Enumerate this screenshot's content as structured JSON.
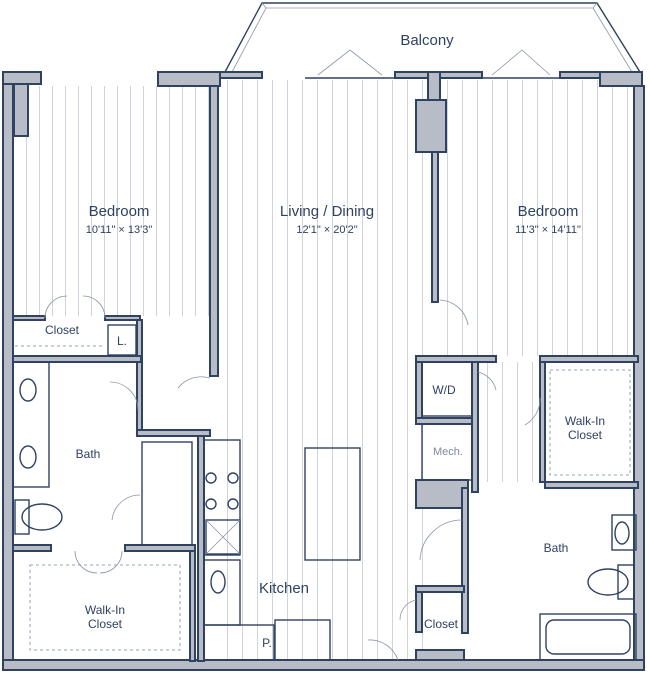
{
  "balcony": {
    "label": "Balcony"
  },
  "bedroom_left": {
    "label": "Bedroom",
    "dims": "10'11\" × 13'3\""
  },
  "living": {
    "label": "Living / Dining",
    "dims": "12'1\" × 20'2\""
  },
  "bedroom_right": {
    "label": "Bedroom",
    "dims": "11'3\" × 14'11\""
  },
  "closet_left": {
    "label": "Closet"
  },
  "linen": {
    "label": "L."
  },
  "bath_left": {
    "label": "Bath"
  },
  "walkin_left": {
    "line1": "Walk-In",
    "line2": "Closet"
  },
  "kitchen": {
    "label": "Kitchen"
  },
  "pantry": {
    "label": "P."
  },
  "washer_dryer": {
    "label": "W/D"
  },
  "mech": {
    "label": "Mech."
  },
  "walkin_right": {
    "line1": "Walk-In",
    "line2": "Closet"
  },
  "bath_right": {
    "label": "Bath"
  },
  "closet_right": {
    "label": "Closet"
  },
  "colors": {
    "wall": "#b7bcc6",
    "line": "#2f4260",
    "floor_lines": "#b9c1ce"
  }
}
